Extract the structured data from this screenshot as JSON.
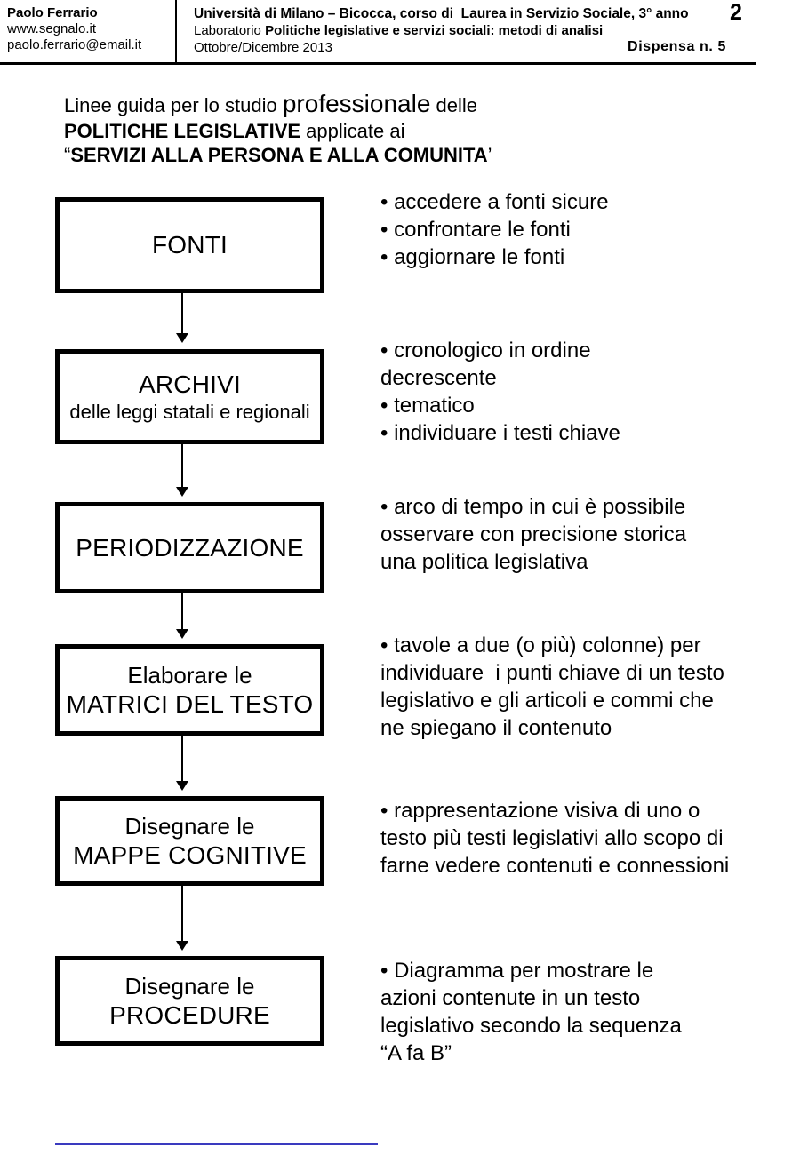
{
  "header": {
    "author": {
      "name": "Paolo Ferrario",
      "website": "www.segnalo.it",
      "email": "paolo.ferrario@email.it"
    },
    "course_line1": "Università di Milano – Bicocca, corso di  Laurea in Servizio Sociale, 3° anno",
    "course_line2_prefix": "Laboratorio ",
    "course_line2_bold": "Politiche legislative e servizi sociali: metodi di analisi",
    "course_line3": "Ottobre/Dicembre 2013",
    "dispensa": "Dispensa n. 5",
    "page_number": "2"
  },
  "title": {
    "line1_a": "Linee guida per lo studio ",
    "line1_b": "professionale",
    "line1_c": " delle",
    "line2_bold": "POLITICHE LEGISLATIVE",
    "line2_rest": " applicate ai",
    "line3_open": "“",
    "line3_bold": "SERVIZI ALLA PERSONA E ALLA COMUNITA",
    "line3_close": "’"
  },
  "flow": {
    "boxes": [
      {
        "title": "FONTI"
      },
      {
        "title": "ARCHIVI",
        "subtitle": "delle leggi statali e regionali"
      },
      {
        "title": "PERIODIZZAZIONE"
      },
      {
        "pre": "Elaborare le",
        "title": "MATRICI DEL TESTO"
      },
      {
        "pre": "Disegnare le",
        "title": "MAPPE COGNITIVE"
      },
      {
        "pre": "Disegnare le",
        "title": "PROCEDURE"
      }
    ],
    "notes": [
      {
        "lines": [
          "• accedere a fonti sicure",
          "• confrontare le fonti",
          "• aggiornare le fonti"
        ]
      },
      {
        "lines": [
          "• cronologico in ordine",
          "decrescente",
          "• tematico",
          "• individuare i testi chiave"
        ]
      },
      {
        "lines": [
          "• arco di tempo in cui è possibile",
          "osservare con precisione storica",
          "una politica legislativa"
        ]
      },
      {
        "lines": [
          "• tavole a due (o più) colonne) per",
          "individuare  i punti chiave di un testo",
          "legislativo e gli articoli e commi che",
          "ne spiegano il contenuto"
        ]
      },
      {
        "lines": [
          "• rappresentazione visiva di uno o",
          "testo più testi legislativi allo scopo di",
          "farne vedere contenuti e connessioni"
        ]
      },
      {
        "lines": [
          "• Diagramma per mostrare le",
          "azioni contenute in un testo",
          "legislativo secondo la sequenza",
          "“A fa B”"
        ]
      }
    ]
  },
  "footer": {
    "accent_color": "#3a3abf"
  }
}
